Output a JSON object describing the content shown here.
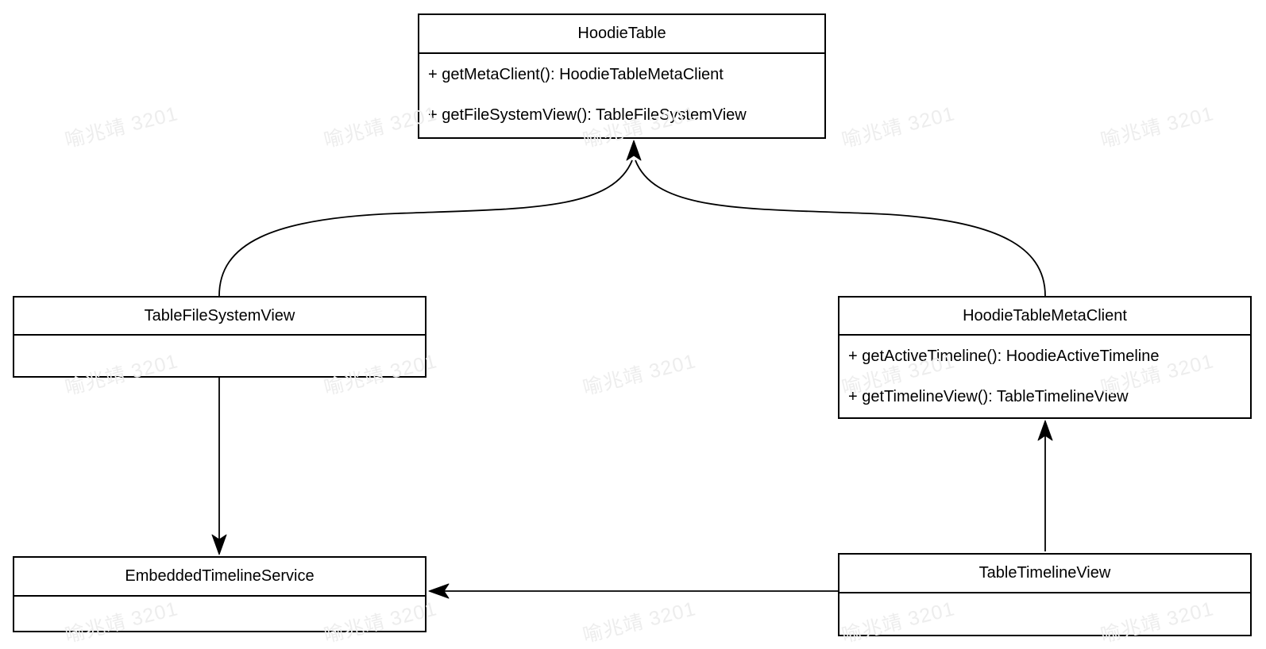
{
  "diagram": {
    "type": "uml-class-diagram",
    "background_color": "#ffffff",
    "line_color": "#000000",
    "watermark": {
      "text": "喻兆靖 3201",
      "color": "#ededed"
    },
    "classes": [
      {
        "name": "HoodieTable",
        "methods": [
          "+ getMetaClient(): HoodieTableMetaClient",
          "+ getFileSystemView(): TableFileSystemView"
        ]
      },
      {
        "name": "TableFileSystemView",
        "methods": []
      },
      {
        "name": "HoodieTableMetaClient",
        "methods": [
          "+ getActiveTimeline(): HoodieActiveTimeline",
          "+ getTimelineView(): TableTimelineView"
        ]
      },
      {
        "name": "EmbeddedTimelineService",
        "methods": []
      },
      {
        "name": "TableTimelineView",
        "methods": []
      }
    ],
    "relations": [
      {
        "from": "TableFileSystemView",
        "to": "HoodieTable"
      },
      {
        "from": "HoodieTableMetaClient",
        "to": "HoodieTable"
      },
      {
        "from": "TableFileSystemView",
        "to": "EmbeddedTimelineService"
      },
      {
        "from": "TableTimelineView",
        "to": "HoodieTableMetaClient"
      },
      {
        "from": "TableTimelineView",
        "to": "EmbeddedTimelineService"
      }
    ]
  }
}
